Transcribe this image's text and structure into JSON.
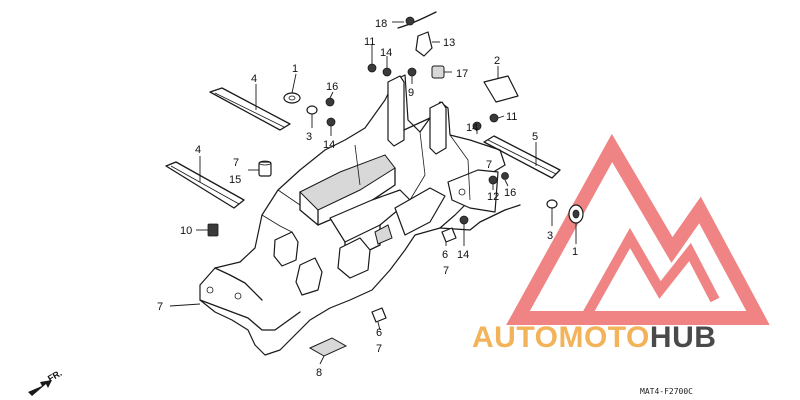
{
  "diagram": {
    "part_labels": [
      {
        "id": "c1",
        "text": "18"
      },
      {
        "id": "c2",
        "text": "13"
      },
      {
        "id": "c3",
        "text": "11"
      },
      {
        "id": "c4",
        "text": "14"
      },
      {
        "id": "c5",
        "text": "17"
      },
      {
        "id": "c6",
        "text": "9"
      },
      {
        "id": "c7",
        "text": "2"
      },
      {
        "id": "c8",
        "text": "4"
      },
      {
        "id": "c9",
        "text": "1"
      },
      {
        "id": "c10",
        "text": "16"
      },
      {
        "id": "c11",
        "text": "3"
      },
      {
        "id": "c12",
        "text": "14"
      },
      {
        "id": "c13",
        "text": "11"
      },
      {
        "id": "c14",
        "text": "14"
      },
      {
        "id": "c15",
        "text": "5"
      },
      {
        "id": "c16",
        "text": "4"
      },
      {
        "id": "c17",
        "text": "7"
      },
      {
        "id": "c18",
        "text": "15"
      },
      {
        "id": "c19",
        "text": "12"
      },
      {
        "id": "c20",
        "text": "16"
      },
      {
        "id": "c21",
        "text": "7"
      },
      {
        "id": "c22",
        "text": "10"
      },
      {
        "id": "c23",
        "text": "3"
      },
      {
        "id": "c24",
        "text": "1"
      },
      {
        "id": "c25",
        "text": "6"
      },
      {
        "id": "c26",
        "text": "14"
      },
      {
        "id": "c27",
        "text": "7"
      },
      {
        "id": "c28",
        "text": "7"
      },
      {
        "id": "c29",
        "text": "6"
      },
      {
        "id": "c30",
        "text": "7"
      },
      {
        "id": "c31",
        "text": "8"
      }
    ],
    "direction_label": "FR.",
    "drawing_code": "MAT4-F2700C"
  },
  "watermark": {
    "brand_part1": "AUTOMOTO",
    "brand_part2": "HUB",
    "color_part1": "#f2b35a",
    "color_part2": "#4a4a4a",
    "logo_color": "#ee6f6f"
  }
}
